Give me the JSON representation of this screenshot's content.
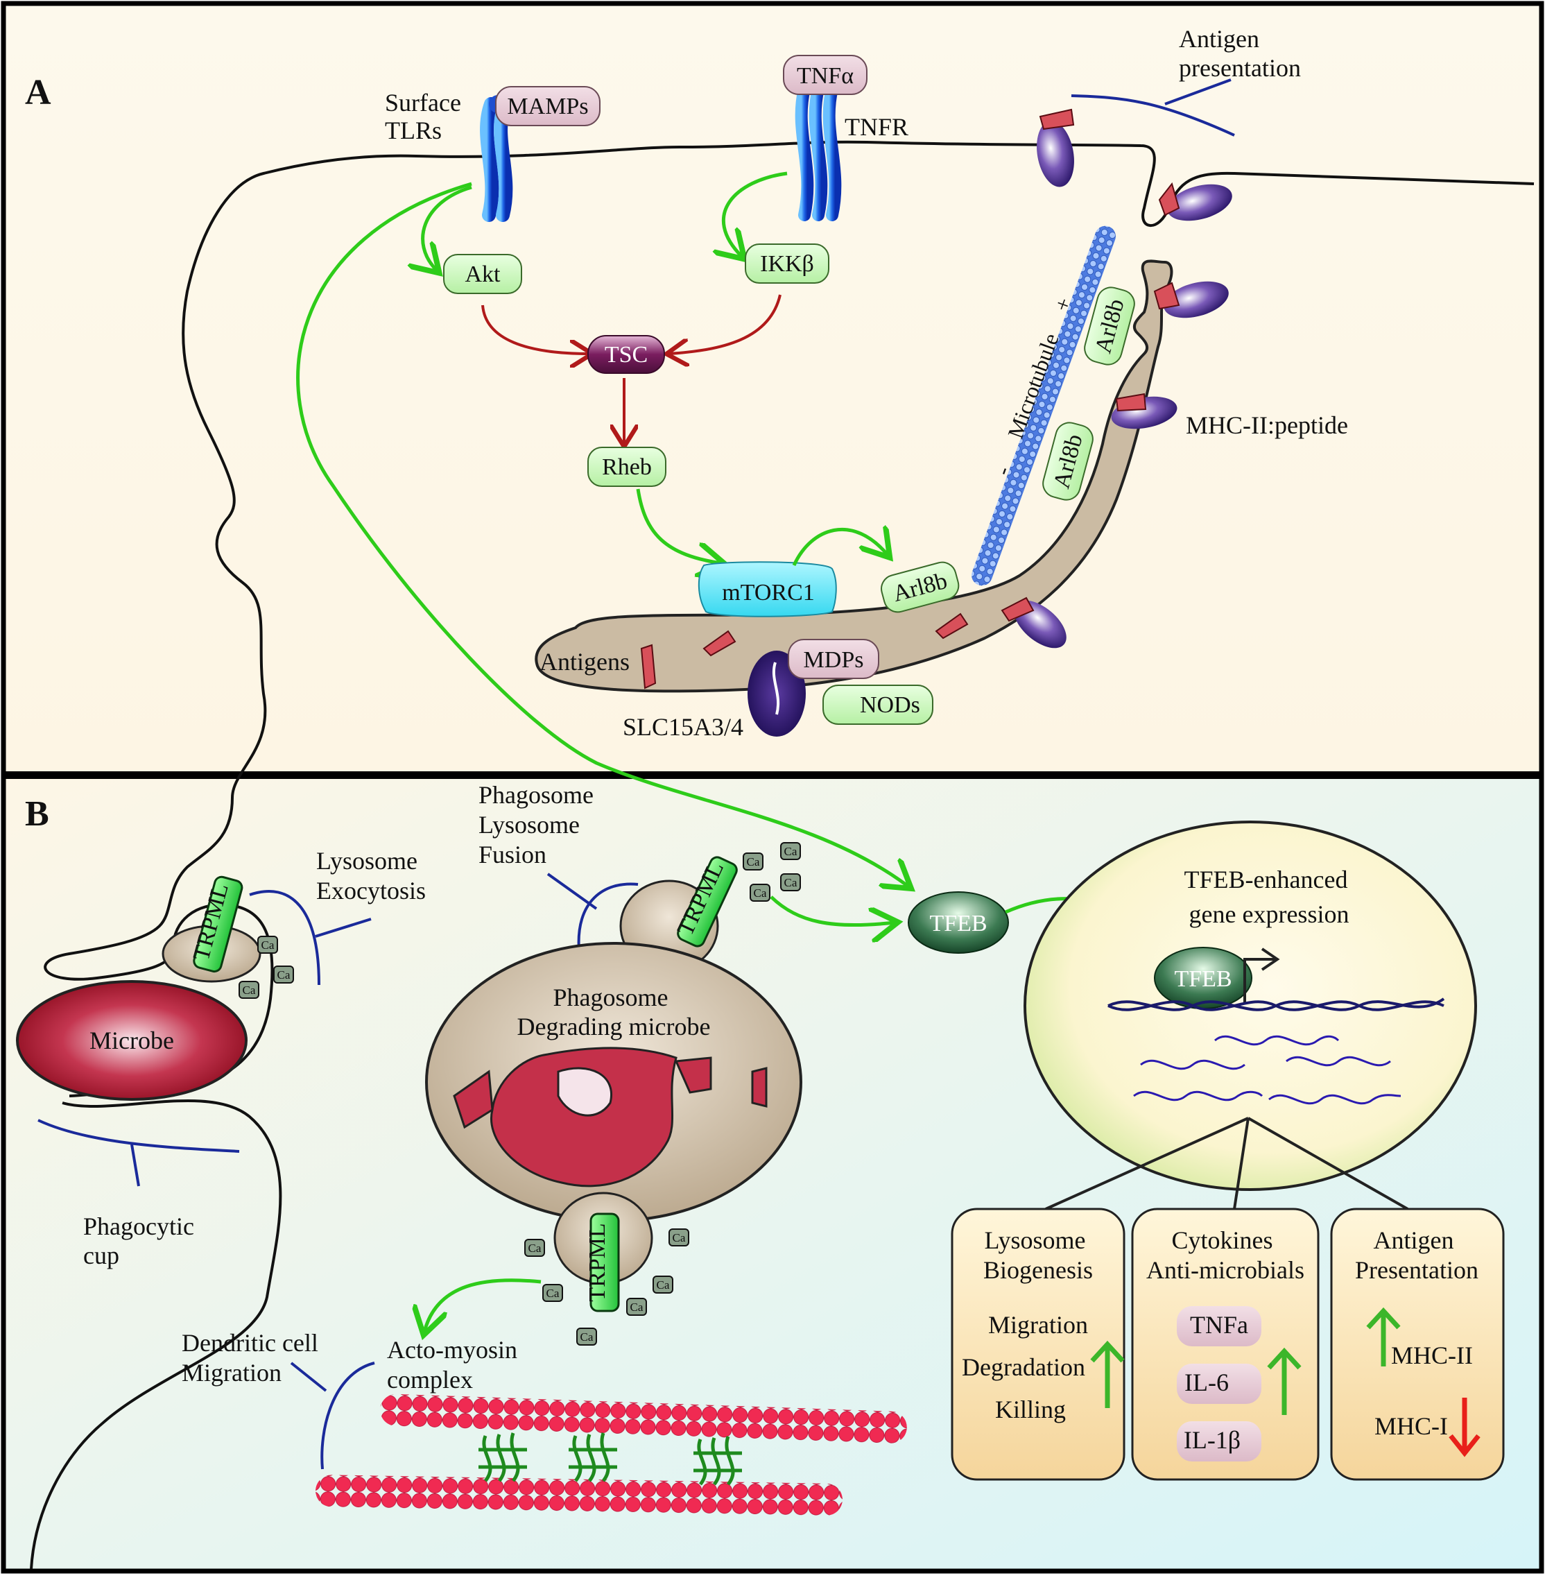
{
  "panels": {
    "a": "A",
    "b": "B"
  },
  "panelA": {
    "surface_tlrs": [
      "Surface",
      "TLRs"
    ],
    "mamps": "MAMPs",
    "tnf_alpha": "TNFα",
    "tnfr": "TNFR",
    "antigen_presentation": [
      "Antigen",
      "presentation"
    ],
    "akt": "Akt",
    "ikkb": "IKKβ",
    "tsc": "TSC",
    "rheb": "Rheb",
    "mtorc1": "mTORC1",
    "arl8b": "Arl8b",
    "microtubule": "Microtubule",
    "minus": "-",
    "plus": "+",
    "mhc_peptide": "MHC-II:peptide",
    "antigens": "Antigens",
    "mdps": "MDPs",
    "nods": "NODs",
    "slc": "SLC15A3/4"
  },
  "panelB": {
    "trpml": "TRPML",
    "ca": "Ca",
    "lysosome_exocytosis": [
      "Lysosome",
      "Exocytosis"
    ],
    "microbe": "Microbe",
    "phagocytic_cup": [
      "Phagocytic",
      "cup"
    ],
    "phago_lyso_fusion": [
      "Phagosome",
      "Lysosome",
      "Fusion"
    ],
    "phagosome_label": [
      "Phagosome",
      "Degrading microbe"
    ],
    "tfeb": "TFEB",
    "tfeb_enhanced": [
      "TFEB-enhanced",
      "gene expression"
    ],
    "dc_migration": [
      "Dendritic cell",
      "Migration"
    ],
    "actomyosin": [
      "Acto-myosin",
      "complex"
    ]
  },
  "boxes": [
    {
      "title": [
        "Lysosome",
        "Biogenesis"
      ],
      "items": [
        "Migration",
        "Degradation",
        "Killing"
      ]
    },
    {
      "title": [
        "Cytokines",
        "Anti-microbials"
      ],
      "items": [
        "TNFa",
        "IL-6",
        "IL-1β"
      ]
    },
    {
      "title": [
        "Antigen",
        "Presentation"
      ],
      "items": [
        "MHC-II",
        "MHC-I"
      ]
    }
  ],
  "colors": {
    "panelA_bg": "#fdf9ec",
    "panelB_bg": "#ddf5f7",
    "green_arrow": "#2ecc1a",
    "red_arrow": "#b01a1a",
    "organelle": "#c9b9a0",
    "microbe": "#b5172c",
    "actin": "#e8254a"
  }
}
